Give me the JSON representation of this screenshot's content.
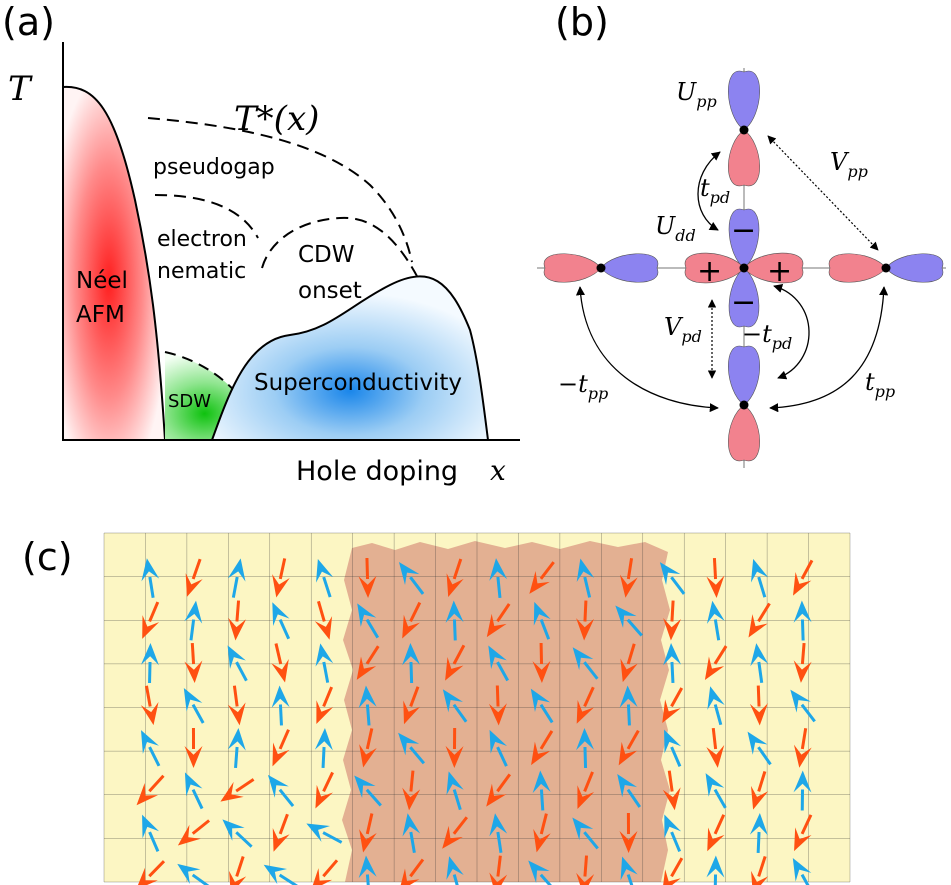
{
  "panels": {
    "a": {
      "label": "(a)",
      "axis_y_label": "T",
      "axis_x_label": "Hole doping",
      "axis_x_var": "x",
      "tstar_label": "T*(x)",
      "regions": {
        "neel": [
          "Néel",
          "AFM"
        ],
        "sdw": "SDW",
        "superconductivity": "Superconductivity",
        "pseudogap": "pseudogap",
        "nematic": [
          "electron",
          "nematic"
        ],
        "cdw": [
          "CDW",
          "onset"
        ]
      },
      "colors": {
        "neel": "#ff2b2b",
        "sdw": "#22cc22",
        "sc": "#1e8fe6"
      }
    },
    "b": {
      "label": "(b)",
      "labels": {
        "upp": "U_pp",
        "vpp": "V_pp",
        "tpd": "t_pd",
        "udd": "U_dd",
        "vpd": "V_pd",
        "mtpd": "−t_pd",
        "mtpp": "−t_pp",
        "tpp": "t_pp"
      },
      "signs": {
        "plus": "+",
        "minus": "−"
      },
      "colors": {
        "blue_lobe": "#8c83f0",
        "red_lobe": "#f2828e"
      }
    },
    "c": {
      "label": "(c)",
      "grid": {
        "cols": 18,
        "rows": 8
      },
      "colors": {
        "background": "#fcf6c3",
        "domain": "#e3b092",
        "orange": "#ff5011",
        "blue": "#1ea7e8",
        "grid_line": "#333333"
      },
      "arrow_columns": 16,
      "arrow_rows": 8
    }
  }
}
